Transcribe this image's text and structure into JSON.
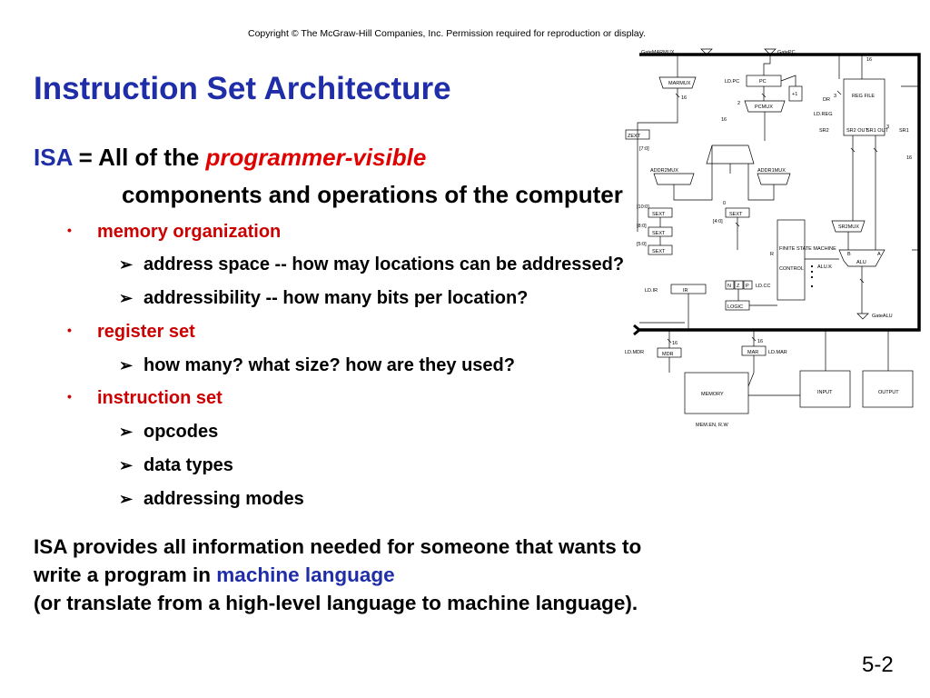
{
  "header": {
    "copyright": "Copyright © The McGraw-Hill Companies, Inc.  Permission required for reproduction or display."
  },
  "slide": {
    "title": "Instruction Set Architecture",
    "isa_word": "ISA",
    "isa_equals": "=",
    "isa_def_prefix": "All of the",
    "isa_def_emph": "programmer-visible",
    "isa_def_line2": "components and operations of the computer",
    "bullets": [
      {
        "label": "memory organization",
        "subs": [
          "address space -- how may locations can be addressed?",
          "addressibility -- how many bits per location?"
        ]
      },
      {
        "label": "register set",
        "subs": [
          "how many?  what size?  how are they used?"
        ]
      },
      {
        "label": "instruction set",
        "subs": [
          "opcodes",
          "data types",
          "addressing modes"
        ]
      }
    ],
    "paragraph": {
      "line1": "ISA provides all information needed for someone that wants to",
      "line2_prefix": "write a program in ",
      "line2_link": "machine language",
      "line3": "(or translate from a high-level language to machine language)."
    },
    "page_number": "5-2"
  },
  "diagram": {
    "labels": {
      "gatemarmux": "GateMARMUX",
      "gatepc": "GatePC",
      "marmux": "MARMUX",
      "ldpc": "LD.PC",
      "pc": "PC",
      "plus1": "+1",
      "pcmux": "PCMUX",
      "regfile": "REG FILE",
      "dr": "DR",
      "ldreg": "LD.REG",
      "sr2": "SR2",
      "sr2out": "SR2 OUT",
      "sr1out": "SR1 OUT",
      "sr1": "SR1",
      "zext": "ZEXT",
      "addr2mux": "ADDR2MUX",
      "addr1mux": "ADDR1MUX",
      "sext": "SEXT",
      "fsm": "FINITE STATE MACHINE",
      "sr2mux": "SR2MUX",
      "alu": "ALU",
      "aluk": "ALU.K",
      "control": "CONTROL",
      "ldir": "LD.IR",
      "ir": "IR",
      "n": "N",
      "z": "Z",
      "p": "P",
      "ldcc": "LD.CC",
      "logic": "LOGIC",
      "gatealu": "GateALU",
      "ldmdr": "LD.MDR",
      "mdr": "MDR",
      "mar": "MAR",
      "ldmar": "LD.MAR",
      "memory": "MEMORY",
      "input": "INPUT",
      "output": "OUTPUT",
      "memen": "MEM.EN, R.W",
      "b16": "16",
      "b3": "3",
      "b2": "2",
      "b0": "0",
      "r70": "[7:0]",
      "r100": "[10:0]",
      "r80": "[8:0]",
      "r50": "[5:0]",
      "r40": "[4:0]",
      "r": "R",
      "b": "B",
      "a": "A"
    }
  }
}
